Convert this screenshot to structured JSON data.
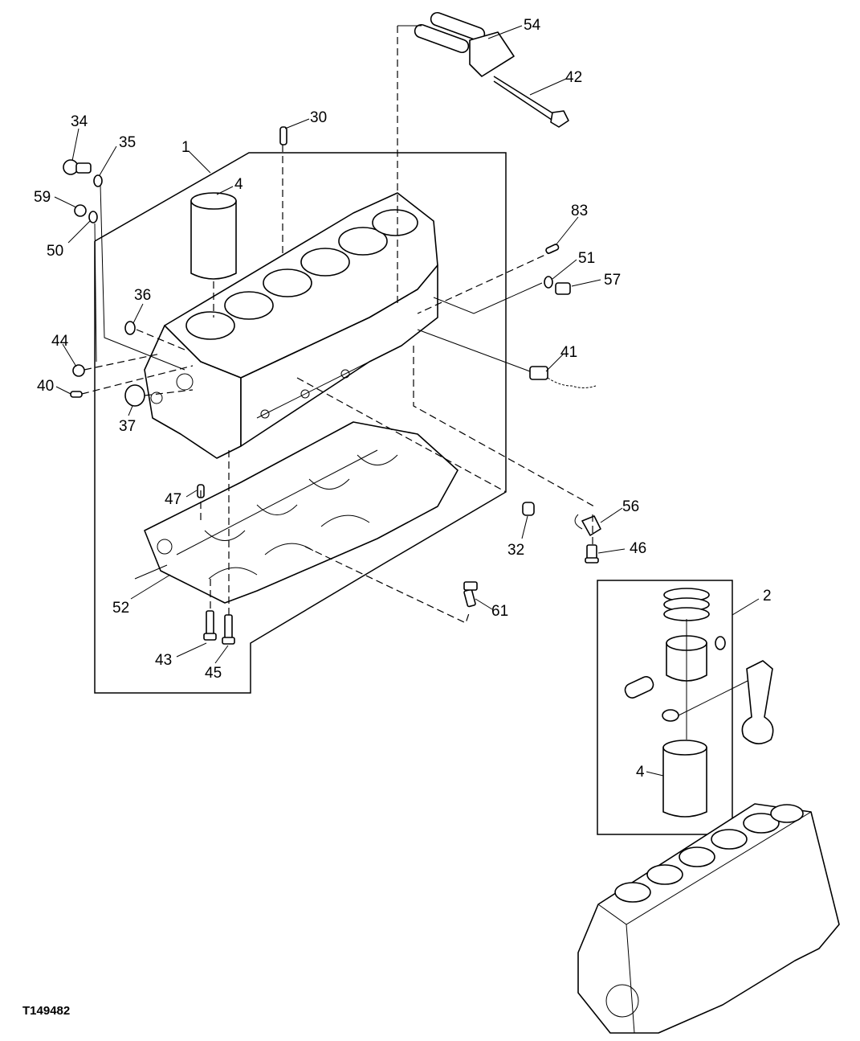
{
  "figure_id": "T149482",
  "callouts": [
    {
      "id": "c54",
      "text": "54"
    },
    {
      "id": "c42",
      "text": "42"
    },
    {
      "id": "c30",
      "text": "30"
    },
    {
      "id": "c34",
      "text": "34"
    },
    {
      "id": "c35",
      "text": "35"
    },
    {
      "id": "c1",
      "text": "1"
    },
    {
      "id": "c4a",
      "text": "4"
    },
    {
      "id": "c59",
      "text": "59"
    },
    {
      "id": "c50",
      "text": "50"
    },
    {
      "id": "c83",
      "text": "83"
    },
    {
      "id": "c51",
      "text": "51"
    },
    {
      "id": "c57",
      "text": "57"
    },
    {
      "id": "c36",
      "text": "36"
    },
    {
      "id": "c41",
      "text": "41"
    },
    {
      "id": "c44",
      "text": "44"
    },
    {
      "id": "c40",
      "text": "40"
    },
    {
      "id": "c37",
      "text": "37"
    },
    {
      "id": "c47",
      "text": "47"
    },
    {
      "id": "c56",
      "text": "56"
    },
    {
      "id": "c32",
      "text": "32"
    },
    {
      "id": "c46",
      "text": "46"
    },
    {
      "id": "c52",
      "text": "52"
    },
    {
      "id": "c2",
      "text": "2"
    },
    {
      "id": "c61",
      "text": "61"
    },
    {
      "id": "c43",
      "text": "43"
    },
    {
      "id": "c45",
      "text": "45"
    },
    {
      "id": "c4b",
      "text": "4"
    }
  ]
}
